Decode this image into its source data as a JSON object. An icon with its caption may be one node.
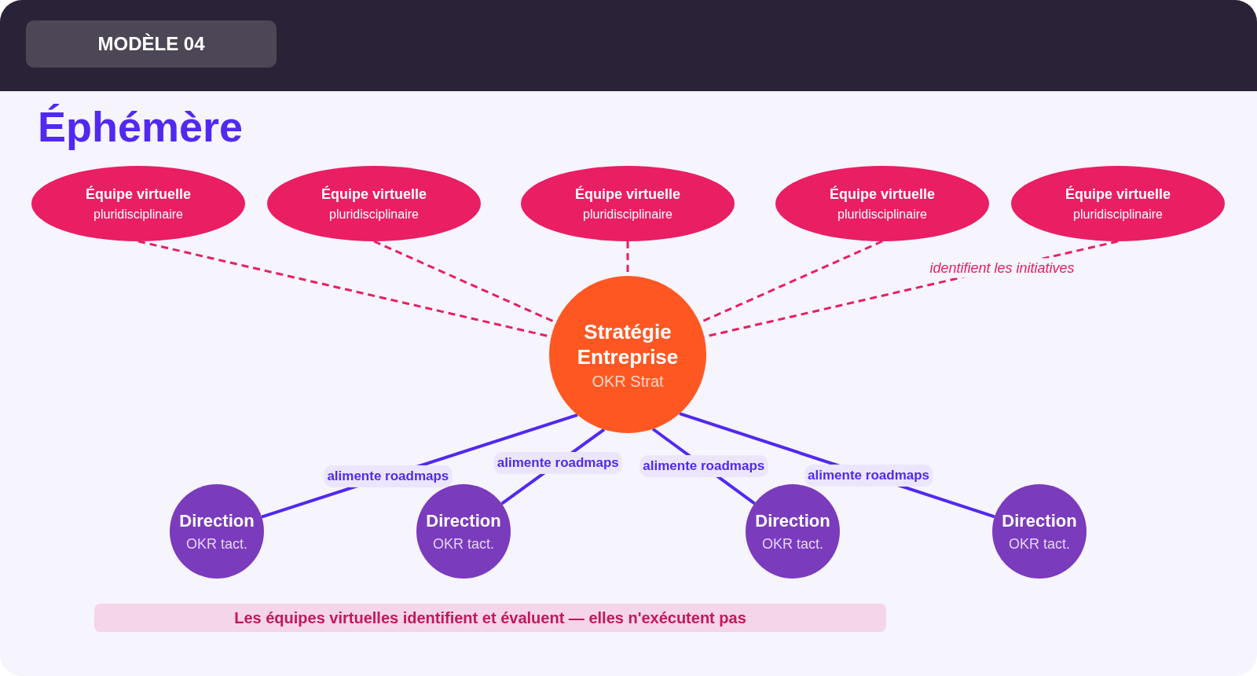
{
  "diagram": {
    "title": "Éphémère",
    "nodes": [
      {
        "text": [
          "Équipe virtuelle",
          "pluridisciplinaire"
        ]
      },
      {
        "text": [
          "Équipe virtuelle",
          "pluridisciplinaire"
        ]
      },
      {
        "text": [
          "Équipe virtuelle",
          "pluridisciplinaire"
        ]
      },
      {
        "text": [
          "Équipe virtuelle",
          "pluridisciplinaire"
        ]
      },
      {
        "text": [
          "Équipe virtuelle",
          "pluridisciplinaire"
        ]
      },
      {
        "text": [
          "Stratégie Entreprise",
          "OKR Strat"
        ]
      },
      {
        "text": [
          "Direction",
          "OKR tact."
        ]
      },
      {
        "text": [
          "Direction",
          "OKR tact."
        ]
      },
      {
        "text": [
          "Direction",
          "OKR tact."
        ]
      },
      {
        "text": [
          "Direction",
          "OKR tact."
        ]
      }
    ],
    "edges": [
      {
        "from": 0,
        "to": 5,
        "arrow": "none",
        "style": "dashed",
        "color": "#e91e63"
      },
      {
        "from": 1,
        "to": 5,
        "arrow": "none",
        "style": "dashed",
        "color": "#e91e63"
      },
      {
        "from": 2,
        "to": 5,
        "arrow": "none",
        "style": "dashed",
        "color": "#e91e63"
      },
      {
        "from": 3,
        "to": 5,
        "arrow": "none",
        "style": "dashed",
        "color": "#e91e63"
      },
      {
        "from": 4,
        "to": 5,
        "arrow": "none",
        "style": "dashed",
        "color": "#e91e63",
        "label": "identifient les initiatives"
      },
      {
        "from": 5,
        "to": 6,
        "arrow": "none",
        "color": "#5129f0",
        "label": "alimente roadmaps"
      },
      {
        "from": 5,
        "to": 7,
        "arrow": "none",
        "color": "#5129f0",
        "label": "alimente roadmaps"
      },
      {
        "from": 5,
        "to": 8,
        "arrow": "none",
        "color": "#5129f0",
        "label": "alimente roadmaps"
      },
      {
        "from": 5,
        "to": 9,
        "arrow": "none",
        "color": "#5129f0",
        "label": "alimente roadmaps"
      }
    ],
    "labels": [
      "MODÈLE 04",
      "Les équipes virtuelles identifient et évaluent — elles n'exécutent pas"
    ]
  }
}
